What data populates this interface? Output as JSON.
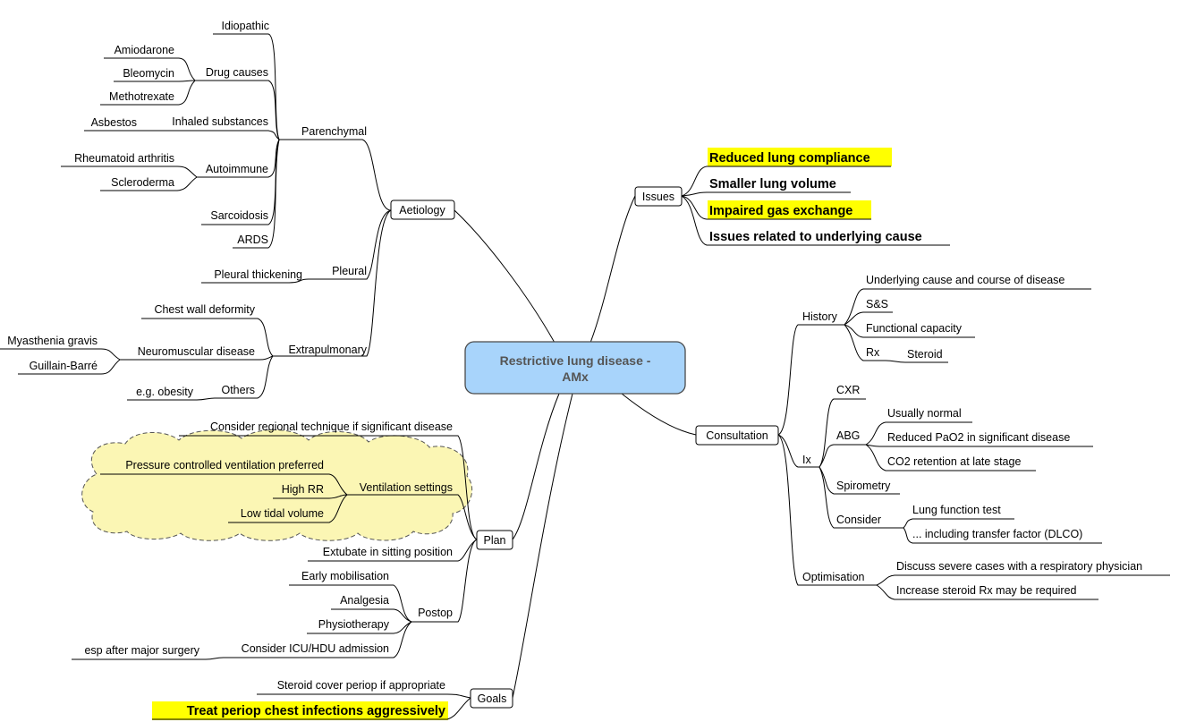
{
  "colors": {
    "center_fill": "#a8d4fb",
    "center_stroke": "#4a4a4a",
    "center_text": "#555555",
    "highlight": "#ffff00",
    "cloud_fill": "#fbf6b4",
    "line": "#000000"
  },
  "center": {
    "line1": "Restrictive lung disease -",
    "line2": "AMx"
  },
  "aetiology": {
    "label": "Aetiology",
    "parenchymal": "Parenchymal",
    "idiopathic": "Idiopathic",
    "drug_causes": "Drug causes",
    "amiodarone": "Amiodarone",
    "bleomycin": "Bleomycin",
    "methotrexate": "Methotrexate",
    "inhaled": "Inhaled substances",
    "asbestos": "Asbestos",
    "autoimmune": "Autoimmune",
    "ra": "Rheumatoid arthritis",
    "scleroderma": "Scleroderma",
    "sarcoidosis": "Sarcoidosis",
    "ards": "ARDS",
    "pleural": "Pleural",
    "pleural_thickening": "Pleural thickening",
    "extrapulmonary": "Extrapulmonary",
    "chest_wall": "Chest wall deformity",
    "neuromuscular": "Neuromuscular disease",
    "mg": "Myasthenia gravis",
    "gb": "Guillain-Barré",
    "others": "Others",
    "obesity": "e.g. obesity"
  },
  "issues": {
    "label": "Issues",
    "compliance": "Reduced lung compliance",
    "volume": "Smaller lung volume",
    "gas": "Impaired gas exchange",
    "underlying": "Issues related to underlying cause"
  },
  "consultation": {
    "label": "Consultation",
    "history": "History",
    "underlying_cause": "Underlying cause and course of disease",
    "ss": "S&S",
    "functional": "Functional capacity",
    "rx": "Rx",
    "steroid": "Steroid",
    "ix": "Ix",
    "cxr": "CXR",
    "abg": "ABG",
    "usually_normal": "Usually normal",
    "reduced_pao2": "Reduced PaO2 in significant disease",
    "co2": "CO2 retention at late stage",
    "spirometry": "Spirometry",
    "consider": "Consider",
    "lft": "Lung function test",
    "dlco": "... including transfer factor (DLCO)",
    "optimisation": "Optimisation",
    "discuss": "Discuss severe cases with a respiratory physician",
    "increase": "Increase steroid Rx may be required"
  },
  "plan": {
    "label": "Plan",
    "regional": "Consider regional technique if significant disease",
    "vent_settings": "Ventilation settings",
    "pcv": "Pressure controlled ventilation preferred",
    "high_rr": "High RR",
    "low_tv": "Low tidal volume",
    "extubate": "Extubate in sitting position",
    "postop": "Postop",
    "mobilisation": "Early mobilisation",
    "analgesia": "Analgesia",
    "physio": "Physiotherapy",
    "icu": "Consider ICU/HDU admission",
    "major_surgery": "esp after major surgery"
  },
  "goals": {
    "label": "Goals",
    "steroid_cover": "Steroid cover periop if appropriate",
    "chest_infections": "Treat periop chest infections aggressively"
  }
}
